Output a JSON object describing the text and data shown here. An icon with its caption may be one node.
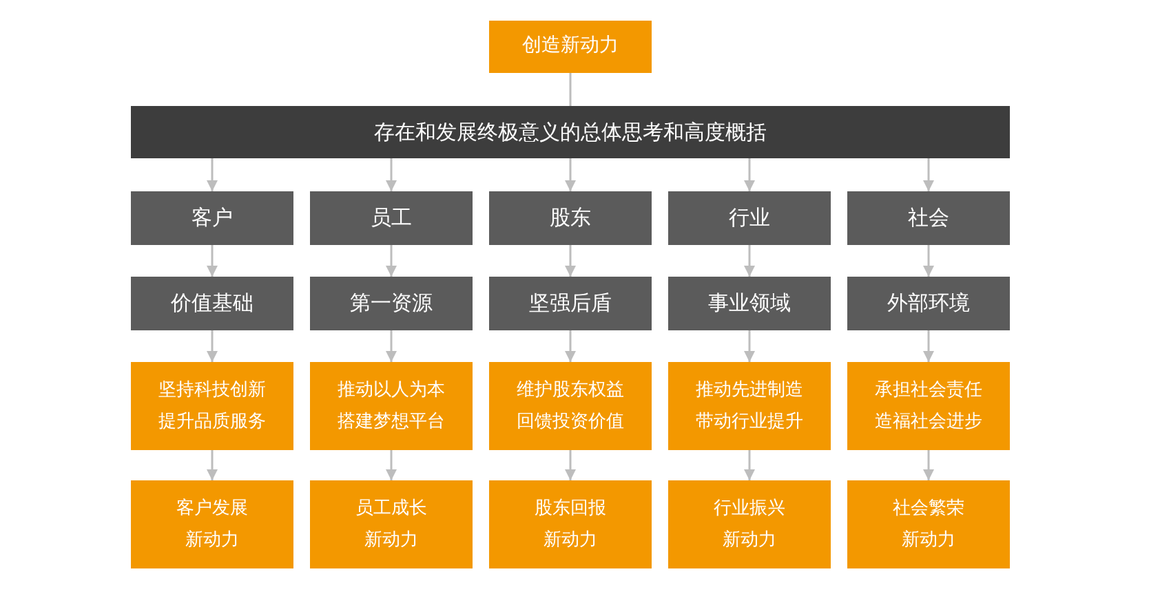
{
  "diagram": {
    "nodes": [
      {
        "text": [
          "创造新动力"
        ]
      },
      {
        "text": [
          "存在和发展终极意义的总体思考和高度概括"
        ]
      },
      {
        "text": [
          "客户"
        ]
      },
      {
        "text": [
          "员工"
        ]
      },
      {
        "text": [
          "股东"
        ]
      },
      {
        "text": [
          "行业"
        ]
      },
      {
        "text": [
          "社会"
        ]
      },
      {
        "text": [
          "价值基础"
        ]
      },
      {
        "text": [
          "第一资源"
        ]
      },
      {
        "text": [
          "坚强后盾"
        ]
      },
      {
        "text": [
          "事业领域"
        ]
      },
      {
        "text": [
          "外部环境"
        ]
      },
      {
        "text": [
          "坚持科技创新提升品质服务"
        ]
      },
      {
        "text": [
          "推动以人为本搭建梦想平台"
        ]
      },
      {
        "text": [
          "维护股东权益回馈投资价值"
        ]
      },
      {
        "text": [
          "推动先进制造带动行业提升"
        ]
      },
      {
        "text": [
          "承担社会责任造福社会进步"
        ]
      },
      {
        "text": [
          "客户发展新动力"
        ]
      },
      {
        "text": [
          "员工成长新动力"
        ]
      },
      {
        "text": [
          "股东回报新动力"
        ]
      },
      {
        "text": [
          "行业振兴新动力"
        ]
      },
      {
        "text": [
          "社会繁荣新动力"
        ]
      }
    ],
    "edges": [
      {
        "from": 0,
        "to": 1,
        "arrow": "none"
      },
      {
        "from": 1,
        "to": 2,
        "arrow": "to"
      },
      {
        "from": 1,
        "to": 3,
        "arrow": "to"
      },
      {
        "from": 1,
        "to": 4,
        "arrow": "to"
      },
      {
        "from": 1,
        "to": 5,
        "arrow": "to"
      },
      {
        "from": 1,
        "to": 6,
        "arrow": "to"
      },
      {
        "from": 2,
        "to": 7,
        "arrow": "to"
      },
      {
        "from": 3,
        "to": 8,
        "arrow": "to"
      },
      {
        "from": 4,
        "to": 9,
        "arrow": "to"
      },
      {
        "from": 5,
        "to": 10,
        "arrow": "to"
      },
      {
        "from": 6,
        "to": 11,
        "arrow": "to"
      },
      {
        "from": 7,
        "to": 12,
        "arrow": "to"
      },
      {
        "from": 8,
        "to": 13,
        "arrow": "to"
      },
      {
        "from": 9,
        "to": 14,
        "arrow": "to"
      },
      {
        "from": 10,
        "to": 15,
        "arrow": "to"
      },
      {
        "from": 11,
        "to": 16,
        "arrow": "to"
      },
      {
        "from": 12,
        "to": 17,
        "arrow": "to"
      },
      {
        "from": 13,
        "to": 18,
        "arrow": "to"
      },
      {
        "from": 14,
        "to": 19,
        "arrow": "to"
      },
      {
        "from": 15,
        "to": 20,
        "arrow": "to"
      },
      {
        "from": 16,
        "to": 21,
        "arrow": "to"
      }
    ]
  }
}
